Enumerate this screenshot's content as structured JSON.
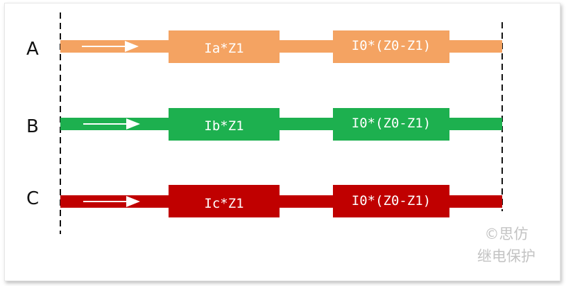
{
  "colors": {
    "A": "#f4a362",
    "B": "#1db04f",
    "C": "#c00000",
    "arrow": "#ffffff",
    "boundary": "#111111"
  },
  "rows": [
    {
      "phase": "A",
      "box1": "Ia*Z1",
      "box2": "I0*(Z0-Z1)"
    },
    {
      "phase": "B",
      "box1": "Ib*Z1",
      "box2": "I0*(Z0-Z1)"
    },
    {
      "phase": "C",
      "box1": "Ic*Z1",
      "box2": "I0*(Z0-Z1)"
    }
  ],
  "watermark": {
    "line1": "©思仿",
    "line2": "继电保护"
  }
}
